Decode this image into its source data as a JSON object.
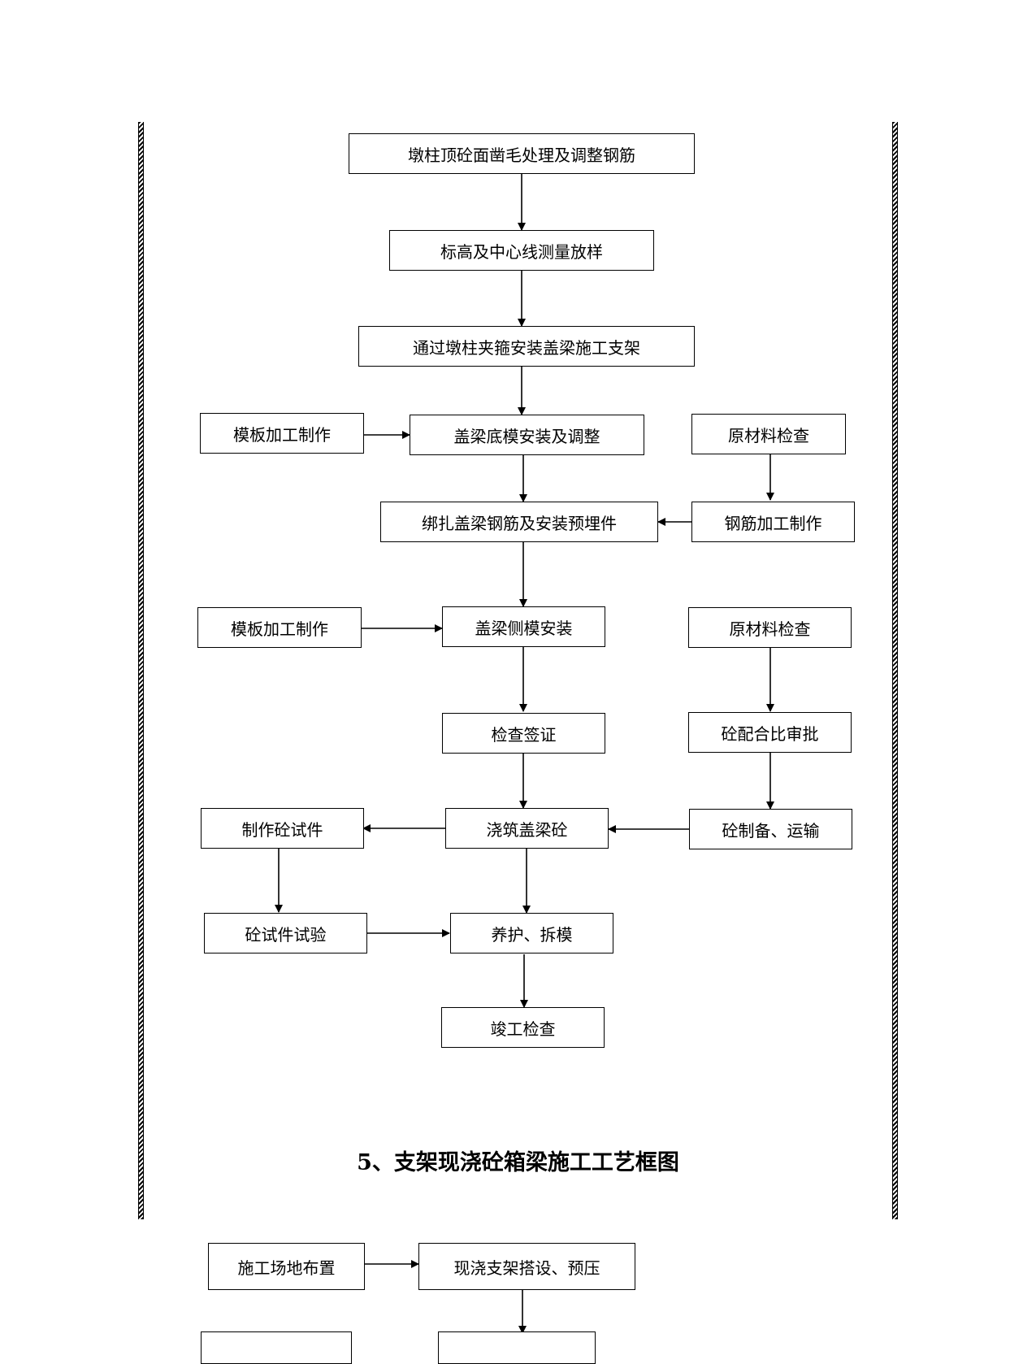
{
  "flowchart1": {
    "n1": "墩柱顶砼面凿毛处理及调整钢筋",
    "n2": "标高及中心线测量放样",
    "n3": "通过墩柱夹箍安装盖梁施工支架",
    "n4": "模板加工制作",
    "n5": "盖梁底模安装及调整",
    "n6": "原材料检查",
    "n7": "绑扎盖梁钢筋及安装预埋件",
    "n8": "钢筋加工制作",
    "n9": "模板加工制作",
    "n10": "盖梁侧模安装",
    "n11": "原材料检查",
    "n12": "检查签证",
    "n13": "砼配合比审批",
    "n14": "制作砼试件",
    "n15": "浇筑盖梁砼",
    "n16": "砼制备、运输",
    "n17": "砼试件试验",
    "n18": "养护、拆模",
    "n19": "竣工检查"
  },
  "section_title": "5、支架现浇砼箱梁施工工艺框图",
  "flowchart2": {
    "n1": "施工场地布置",
    "n2": "现浇支架搭设、预压"
  }
}
